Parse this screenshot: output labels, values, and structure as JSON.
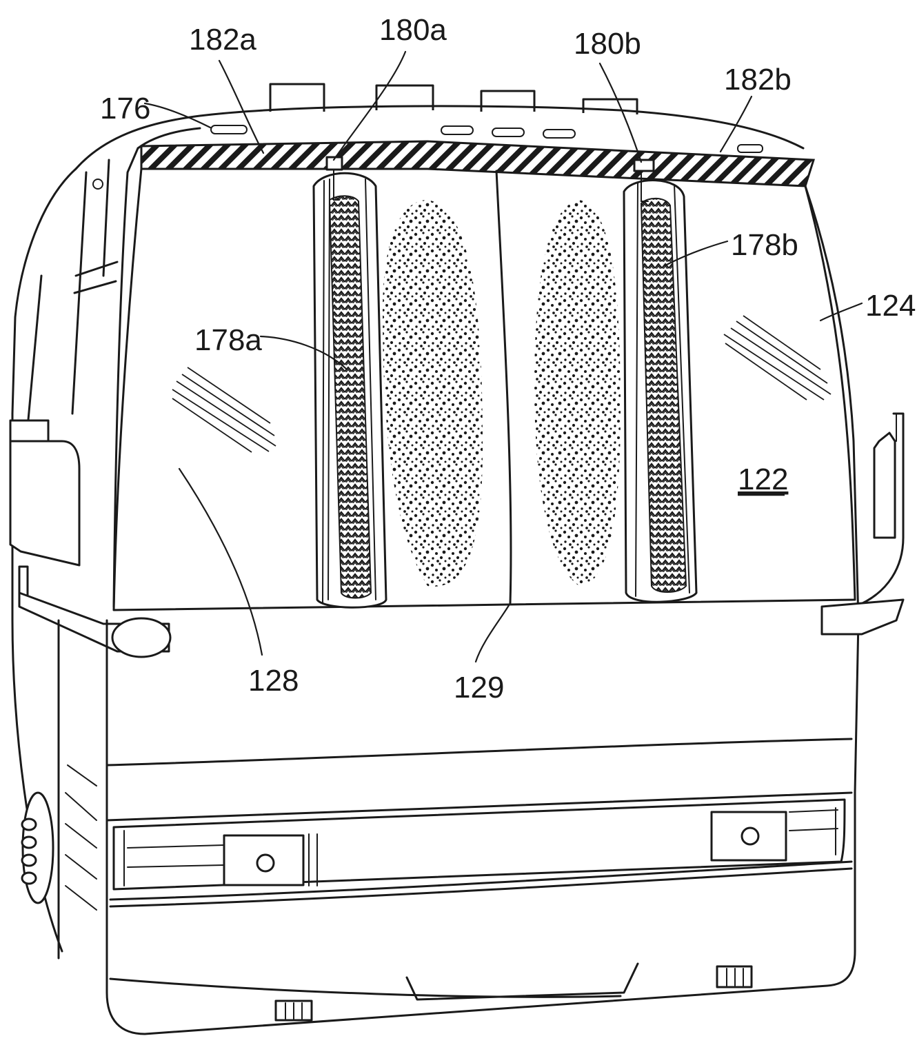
{
  "figure": {
    "labels": {
      "ref_176": "176",
      "ref_182a": "182a",
      "ref_180a": "180a",
      "ref_180b": "180b",
      "ref_182b": "182b",
      "ref_178b": "178b",
      "ref_124": "124",
      "ref_178a": "178a",
      "ref_122": "122",
      "ref_128": "128",
      "ref_129": "129"
    },
    "colors": {
      "line": "#1a1a1a",
      "background": "#ffffff"
    }
  }
}
